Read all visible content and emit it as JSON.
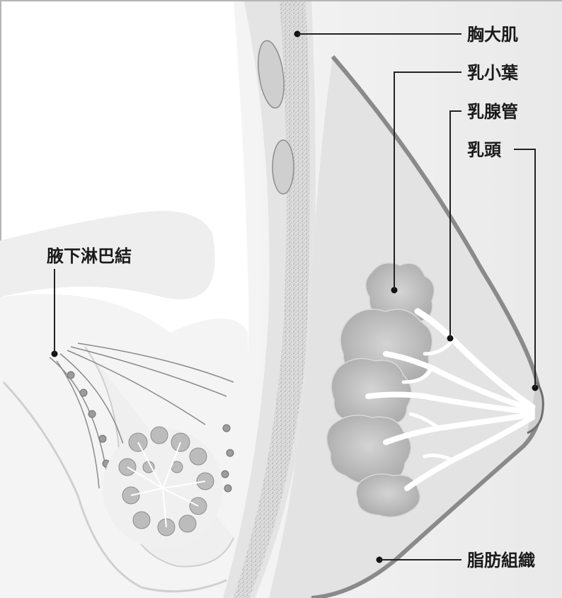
{
  "labels": {
    "pectoralis_major": "胸大肌",
    "lobules": "乳小葉",
    "milk_ducts": "乳腺管",
    "nipple": "乳頭",
    "axillary_lymph_nodes": "腋下淋巴結",
    "fat_tissue": "脂肪組織"
  },
  "colors": {
    "skin_outline": "#8a8a8a",
    "tissue_fill": "#ececec",
    "lobule_fill": "#bdbdbd",
    "duct_fill": "#ffffff",
    "muscle_fill": "#e2e2e2"
  }
}
